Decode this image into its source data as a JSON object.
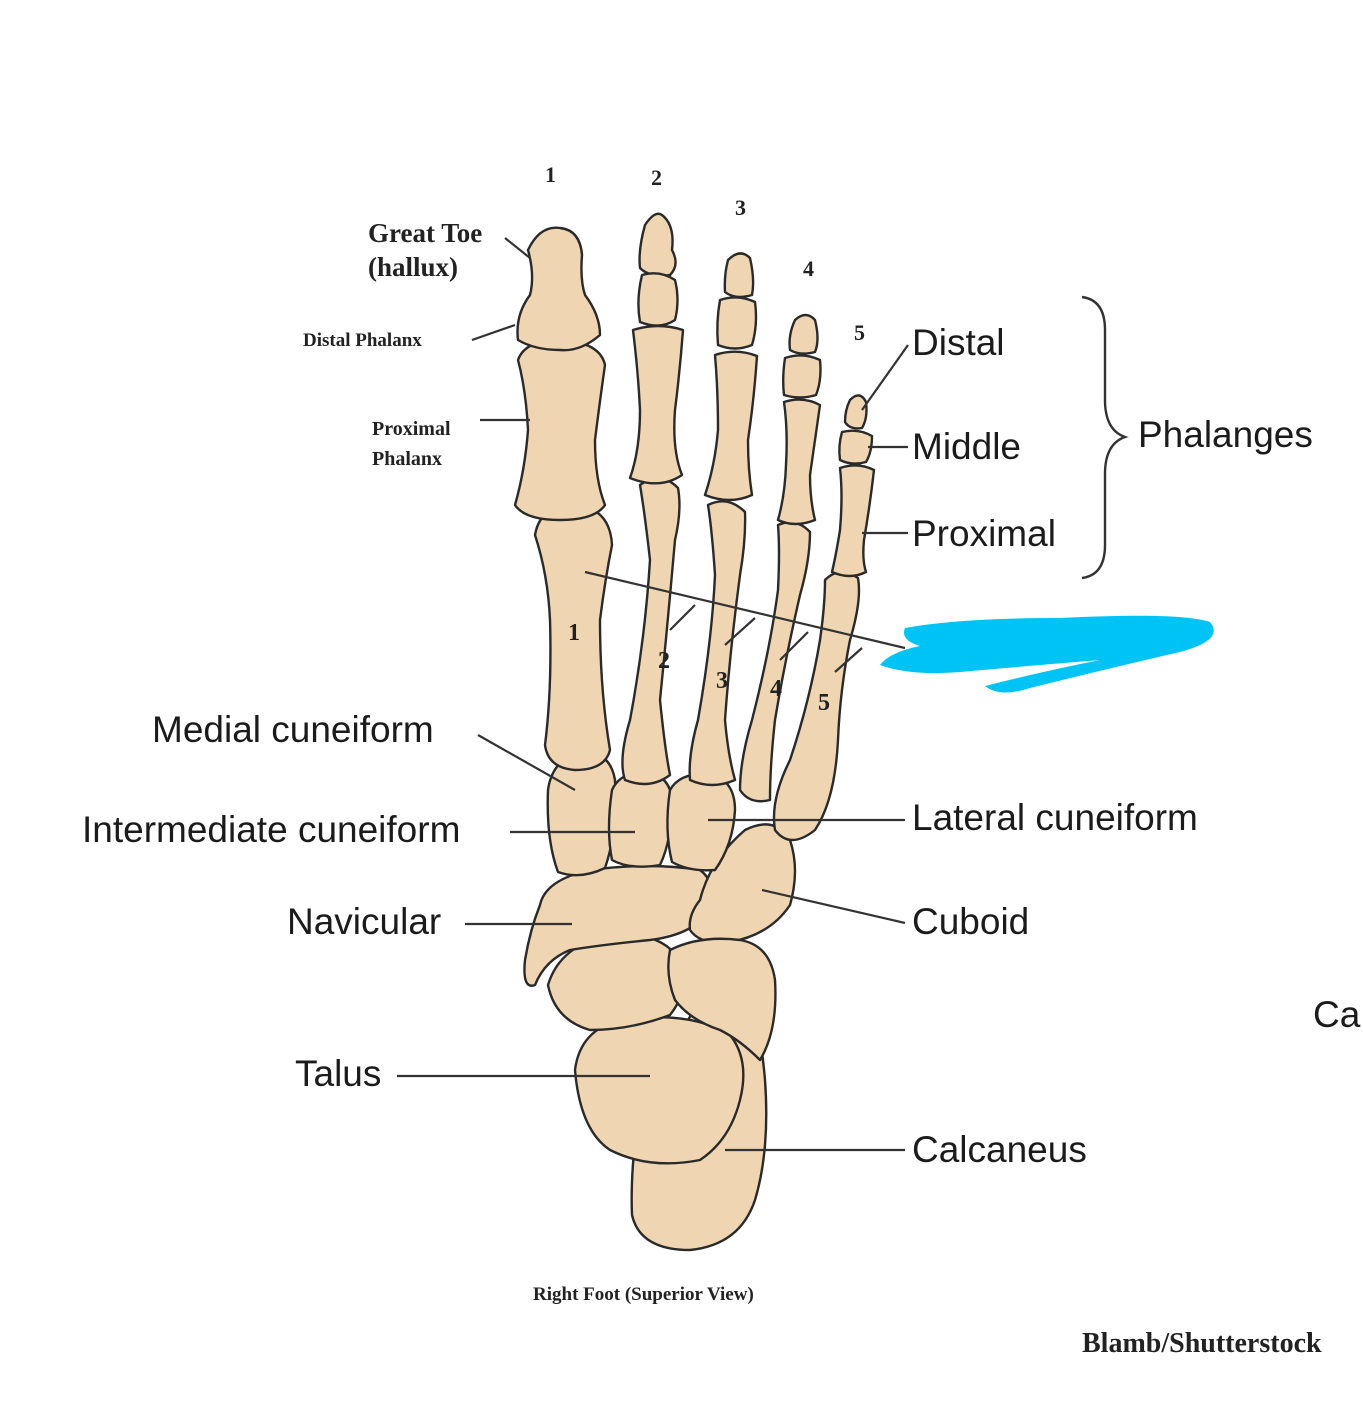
{
  "toe_numbers": [
    "1",
    "2",
    "3",
    "4",
    "5"
  ],
  "metatarsal_numbers": [
    "1",
    "2",
    "3",
    "4",
    "5"
  ],
  "labels": {
    "great_toe": "Great Toe",
    "hallux": "(hallux)",
    "distal_phalanx": "Distal Phalanx",
    "proximal_phalanx_1": "Proximal",
    "proximal_phalanx_2": "Phalanx",
    "distal": "Distal",
    "middle": "Middle",
    "proximal": "Proximal",
    "phalanges": "Phalanges",
    "medial_cuneiform": "Medial cuneiform",
    "intermediate_cuneiform": "Intermediate cuneiform",
    "lateral_cuneiform": "Lateral cuneiform",
    "navicular": "Navicular",
    "cuboid": "Cuboid",
    "talus": "Talus",
    "calcaneus": "Calcaneus",
    "cut_off_label": "Ca"
  },
  "caption": "Right Foot (Superior View)",
  "credit": "Blamb/Shutterstock",
  "colors": {
    "bone": "#efd5b2",
    "outline": "#2a2a2a",
    "redaction": "#00c3f5"
  }
}
